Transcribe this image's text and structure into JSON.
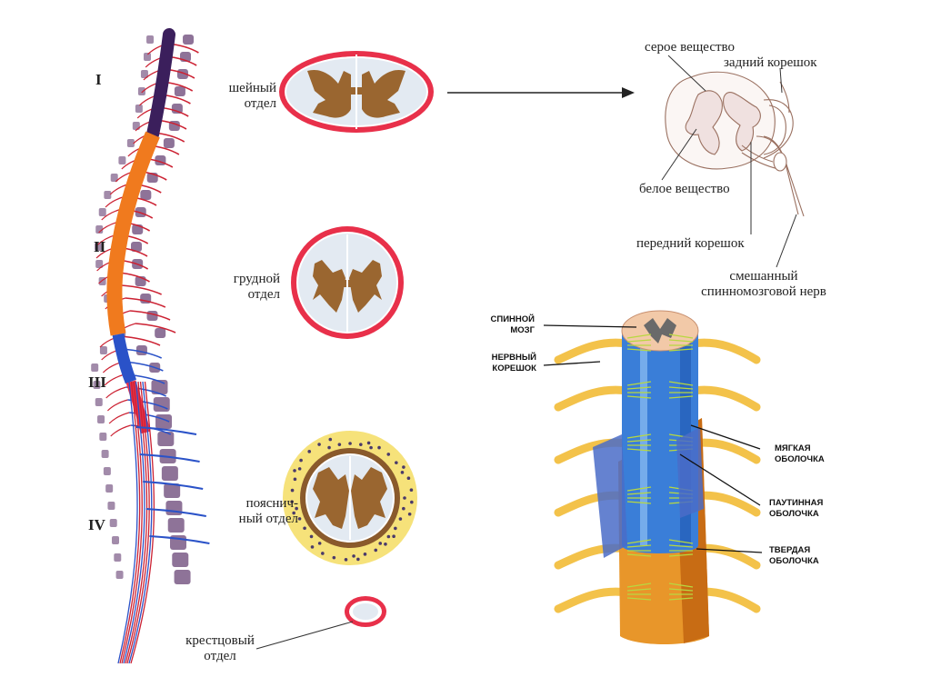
{
  "colors": {
    "cervical": "#3b1f5c",
    "thoracic": "#f07a1e",
    "lumbar": "#2a52c8",
    "sacral": "#e8304a",
    "nerves": "#cc2233",
    "vertebrae": "#7a5a86",
    "gray_matter": "#9a6630",
    "cord_outline": "#d8304a",
    "dura": "#e8962a",
    "pia": "#3a7ed8",
    "roots": "#f3c24a"
  },
  "regions": {
    "roman": [
      "I",
      "II",
      "III",
      "IV"
    ]
  },
  "sections": {
    "cervical": {
      "line1": "шейный",
      "line2": "отдел"
    },
    "thoracic": {
      "line1": "грудной",
      "line2": "отдел"
    },
    "lumbar": {
      "line1": "пояснич-",
      "line2": "ный отдел"
    },
    "sacral": {
      "line1": "крестцовый",
      "line2": "отдел"
    }
  },
  "detail": {
    "gray": "серое вещество",
    "dorsal": "задний корешок",
    "white": "белое вещество",
    "ventral": "передний корешок",
    "mixed1": "смешанный",
    "mixed2": "спинномозговой нерв"
  },
  "meninges": {
    "cord1": "СПИННОЙ",
    "cord2": "МОЗГ",
    "root1": "НЕРВНЫЙ",
    "root2": "КОРЕШОК",
    "pia1": "МЯГКАЯ",
    "pia2": "ОБОЛОЧКА",
    "arach1": "ПАУТИННАЯ",
    "arach2": "ОБОЛОЧКА",
    "dura1": "ТВЕРДАЯ",
    "dura2": "ОБОЛОЧКА"
  }
}
